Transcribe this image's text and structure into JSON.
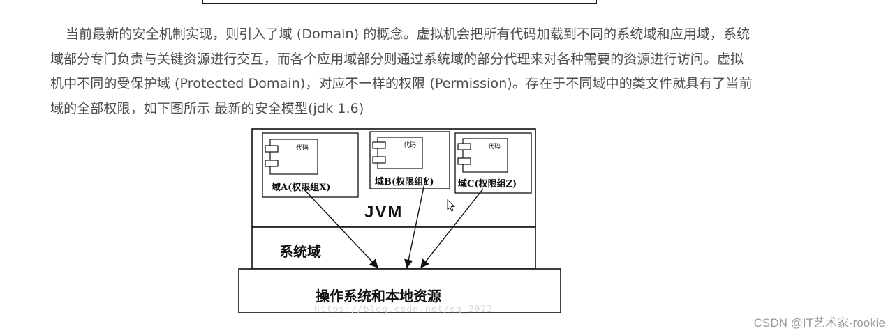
{
  "article": {
    "paragraph": "当前最新的安全机制实现，则引入了域 (Domain) 的概念。虚拟机会把所有代码加载到不同的系统域和应用域，系统域部分专门负责与关键资源进行交互，而各个应用域部分则通过系统域的部分代理来对各种需要的资源进行访问。虚拟机中不同的受保护域 (Protected Domain)，对应不一样的权限 (Permission)。存在于不同域中的类文件就具有了当前域的全部权限，如下图所示 最新的安全模型(jdk 1.6)"
  },
  "diagram": {
    "domains": [
      {
        "code_label": "代码",
        "name": "域A(权限组X)"
      },
      {
        "code_label": "代码",
        "name": "域B(权限组Y)"
      },
      {
        "code_label": "代码",
        "name": "域C(权限组Z)"
      }
    ],
    "jvm_label": "JVM",
    "system_domain_label": "系统域",
    "os_label": "操作系统和本地资源",
    "image_watermark": "https://blog.csdn.net/qq_2022"
  },
  "footer": {
    "csdn_watermark": "CSDN @IT艺术家-rookie"
  },
  "colors": {
    "text": "#4d4d4d",
    "line": "#111111",
    "watermark": "#999999"
  }
}
